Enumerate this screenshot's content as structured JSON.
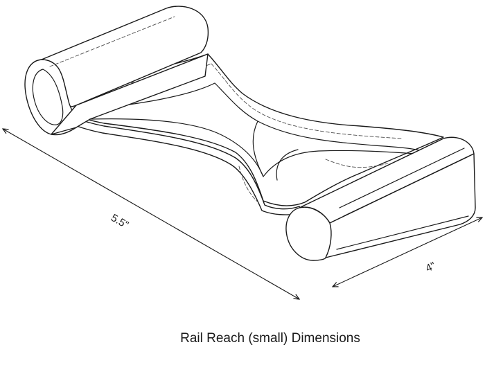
{
  "caption": "Rail Reach (small) Dimensions",
  "dimensions": {
    "length_label": "5.5\"",
    "width_label": "4\""
  }
}
